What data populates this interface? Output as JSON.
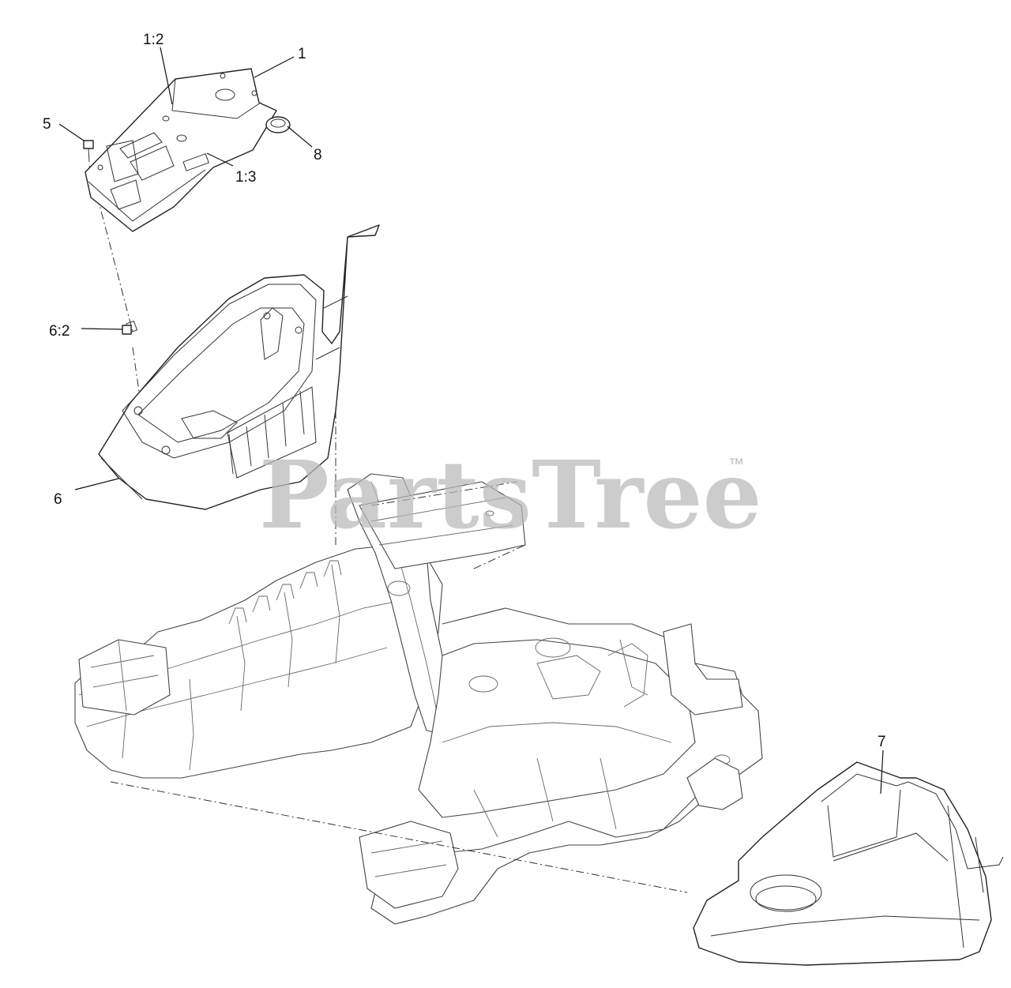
{
  "watermark": {
    "text": "PartsTree",
    "trademark": "™"
  },
  "callouts": {
    "c1": "1",
    "c1_2": "1:2",
    "c1_3": "1:3",
    "c5": "5",
    "c8": "8",
    "c6_2": "6:2",
    "c6": "6",
    "c7": "7"
  }
}
